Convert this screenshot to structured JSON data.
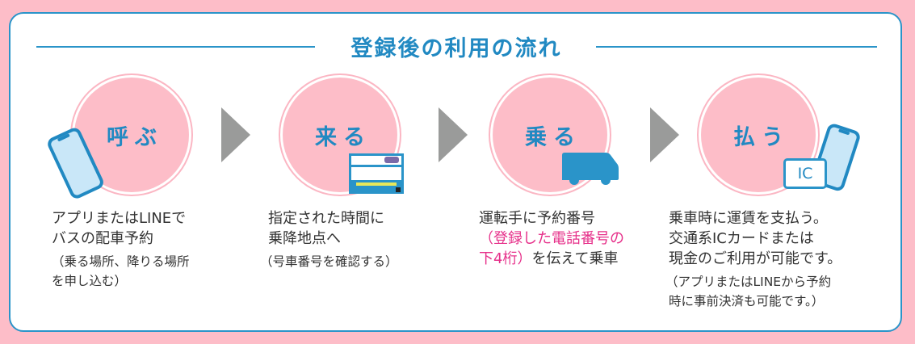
{
  "title": "登録後の利用の流れ",
  "colors": {
    "background": "#fdbdc8",
    "accent": "#2189c2",
    "circle": "#fdbdc8",
    "arrow": "#9a9b9a",
    "highlight": "#e6308a"
  },
  "steps": [
    {
      "label": "呼ぶ",
      "icon": "smartphone-icon",
      "desc_lines": [
        "アプリまたはLINEで",
        "バスの配車予約"
      ],
      "note_lines": [
        "（乗る場所、降りる場所",
        "を申し込む）"
      ]
    },
    {
      "label": "来る",
      "icon": "bus-number-card-icon",
      "desc_lines": [
        "指定された時間に",
        "乗降地点へ"
      ],
      "note_lines": [
        "（号車番号を確認する）"
      ]
    },
    {
      "label": "乗る",
      "icon": "bus-icon",
      "desc_lines": [
        "運転手に予約番号"
      ],
      "highlight_lines": [
        "（登録した電話番号の",
        "下4桁）"
      ],
      "desc_tail": "を伝えて乗車"
    },
    {
      "label": "払う",
      "icon": "ic-card-smartphone-icon",
      "ic_text": "IC",
      "desc_lines": [
        "乗車時に運賃を支払う。",
        "交通系ICカードまたは",
        "現金のご利用が可能です。"
      ],
      "note_lines": [
        "（アプリまたはLINEから予約",
        "時に事前決済も可能です。）"
      ]
    }
  ]
}
